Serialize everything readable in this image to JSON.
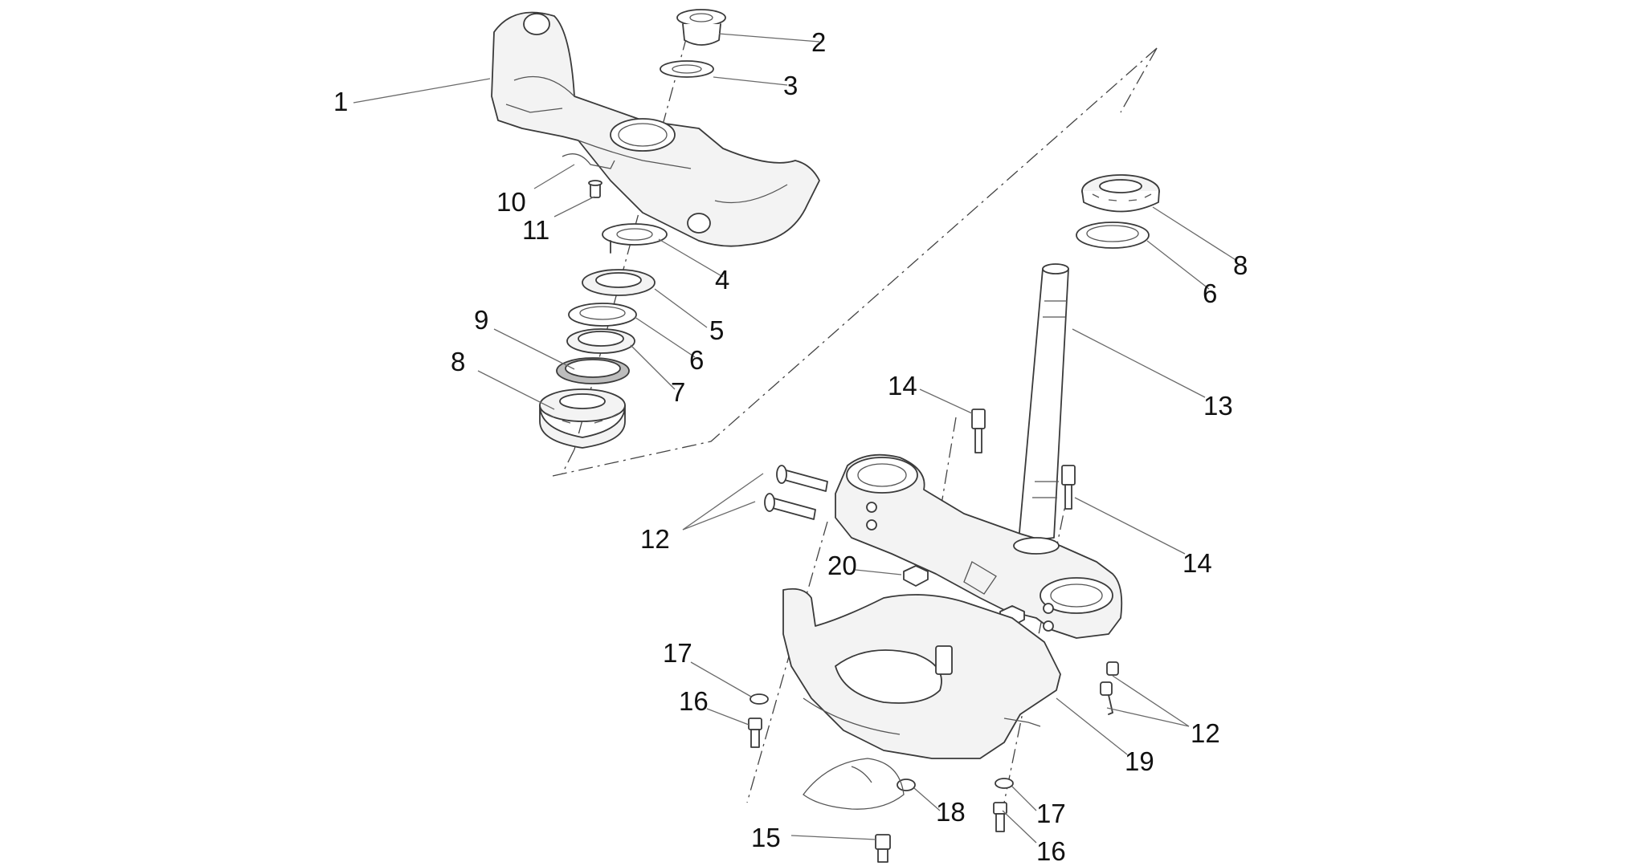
{
  "diagram": {
    "callouts": [
      {
        "id": "c1",
        "label": "1"
      },
      {
        "id": "c2",
        "label": "2"
      },
      {
        "id": "c3",
        "label": "3"
      },
      {
        "id": "c4",
        "label": "4"
      },
      {
        "id": "c5",
        "label": "5"
      },
      {
        "id": "c6a",
        "label": "6"
      },
      {
        "id": "c6b",
        "label": "6"
      },
      {
        "id": "c7",
        "label": "7"
      },
      {
        "id": "c8a",
        "label": "8"
      },
      {
        "id": "c8b",
        "label": "8"
      },
      {
        "id": "c9",
        "label": "9"
      },
      {
        "id": "c10",
        "label": "10"
      },
      {
        "id": "c11",
        "label": "11"
      },
      {
        "id": "c12a",
        "label": "12"
      },
      {
        "id": "c12b",
        "label": "12"
      },
      {
        "id": "c13",
        "label": "13"
      },
      {
        "id": "c14a",
        "label": "14"
      },
      {
        "id": "c14b",
        "label": "14"
      },
      {
        "id": "c15",
        "label": "15"
      },
      {
        "id": "c16a",
        "label": "16"
      },
      {
        "id": "c16b",
        "label": "16"
      },
      {
        "id": "c17a",
        "label": "17"
      },
      {
        "id": "c17b",
        "label": "17"
      },
      {
        "id": "c18",
        "label": "18"
      },
      {
        "id": "c19",
        "label": "19"
      },
      {
        "id": "c20",
        "label": "20"
      }
    ]
  }
}
